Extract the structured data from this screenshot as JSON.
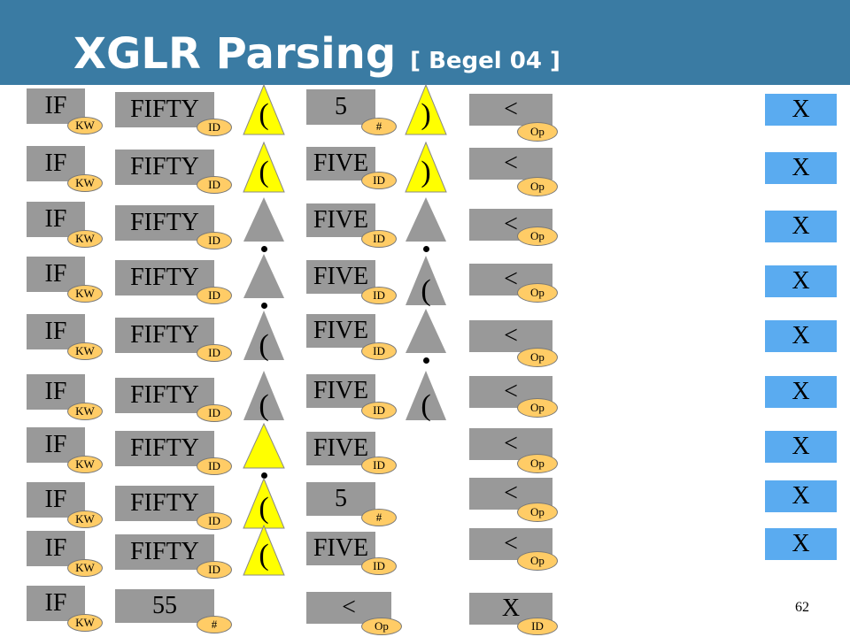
{
  "title": "XGLR Parsing",
  "subtitle": "[ Begel 04 ]",
  "page_number": "62",
  "colors": {
    "header": "#3a7ba3",
    "token": "#999999",
    "tag": "#ffcc66",
    "ambiguous": "#ffff00",
    "lookahead": "#5aabf0"
  },
  "tokens": {
    "if": "IF",
    "fifty": "FIFTY",
    "five": "FIVE",
    "num5": "5",
    "num55": "55",
    "lt": "<",
    "x": "X",
    "lparen": "(",
    "rparen": ")"
  },
  "tags": {
    "kw": "KW",
    "id": "ID",
    "num": "#",
    "op": "Op"
  },
  "rows": [
    {
      "stack": [
        "IF",
        "FIFTY",
        "(",
        "5",
        ")",
        "<"
      ],
      "lookahead": "X"
    },
    {
      "stack": [
        "IF",
        "FIFTY",
        "(",
        "FIVE",
        ")",
        "<"
      ],
      "lookahead": "X"
    },
    {
      "stack": [
        "IF",
        "FIFTY",
        "•",
        "FIVE",
        "•",
        "<"
      ],
      "lookahead": "X"
    },
    {
      "stack": [
        "IF",
        "FIFTY",
        "•",
        "FIVE",
        "(",
        "<"
      ],
      "lookahead": "X"
    },
    {
      "stack": [
        "IF",
        "FIFTY",
        "(",
        "FIVE",
        "•",
        "<"
      ],
      "lookahead": "X"
    },
    {
      "stack": [
        "IF",
        "FIFTY",
        "(",
        "FIVE",
        "(",
        "<"
      ],
      "lookahead": "X"
    },
    {
      "stack": [
        "IF",
        "FIFTY",
        "•",
        "FIVE",
        "<"
      ],
      "lookahead": "X"
    },
    {
      "stack": [
        "IF",
        "FIFTY",
        "(",
        "5",
        "<"
      ],
      "lookahead": "X"
    },
    {
      "stack": [
        "IF",
        "FIFTY",
        "(",
        "FIVE",
        "<"
      ],
      "lookahead": "X"
    },
    {
      "stack": [
        "IF",
        "55",
        "<",
        "X"
      ]
    }
  ]
}
